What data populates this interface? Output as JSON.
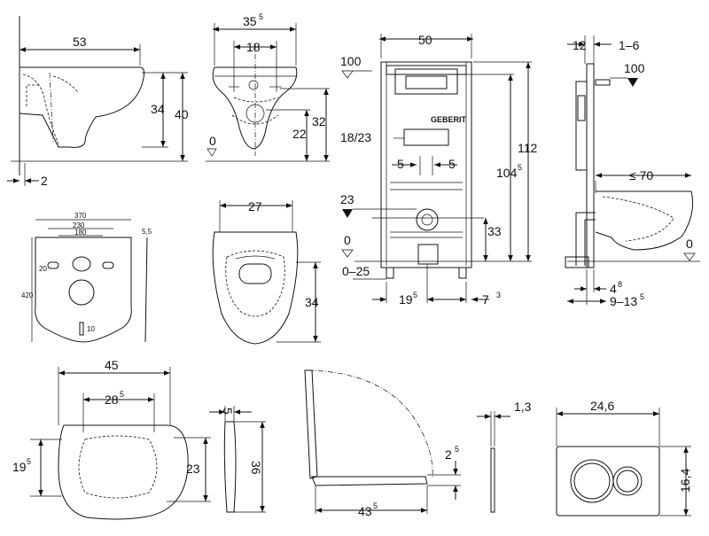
{
  "brand": "GEBERIT",
  "dims": {
    "bowl_side": {
      "length": "53",
      "height_a": "34",
      "height_b": "40",
      "offset": "2"
    },
    "bowl_front": {
      "width": "35",
      "width_sup": "5",
      "holes": "18",
      "h_a": "22",
      "h_b": "32",
      "level": "0"
    },
    "frame_front": {
      "width": "50",
      "top_level": "100",
      "flush": "18/23",
      "gap_l": "5",
      "gap_r": "5",
      "height_total": "112",
      "height_mid": "104",
      "height_mid_sup": "5",
      "pipe_level": "23",
      "floor": "0",
      "floor_range": "0–25",
      "h_low": "33",
      "left_off": "19",
      "left_off_sup": "5",
      "right_off": "7",
      "right_off_sup": "3"
    },
    "frame_side": {
      "depth": "12",
      "adjust": "1–6",
      "top_level": "100",
      "projection": "≤ 70",
      "floor": "0",
      "off_a": "4",
      "off_a_sup": "8",
      "off_b": "9–13",
      "off_b_sup": "5"
    },
    "template": {
      "w_total": "370",
      "w_mid": "230",
      "w_inner": "180",
      "height": "420",
      "hole_h": "20",
      "bottom": "10",
      "thickness": "5,5"
    },
    "seat_top": {
      "width": "27",
      "length": "34"
    },
    "seat_bottom": {
      "width": "45",
      "inner": "28",
      "inner_sup": "5",
      "h_left": "19",
      "h_left_sup": "5",
      "h_right": "23"
    },
    "seat_side": {
      "thick": "5",
      "height": "36"
    },
    "seat_open": {
      "depth": "43",
      "depth_sup": "5",
      "lift": "2",
      "lift_sup": "5"
    },
    "plate": {
      "thick": "1,3",
      "width": "24,6",
      "height": "16,4"
    }
  }
}
